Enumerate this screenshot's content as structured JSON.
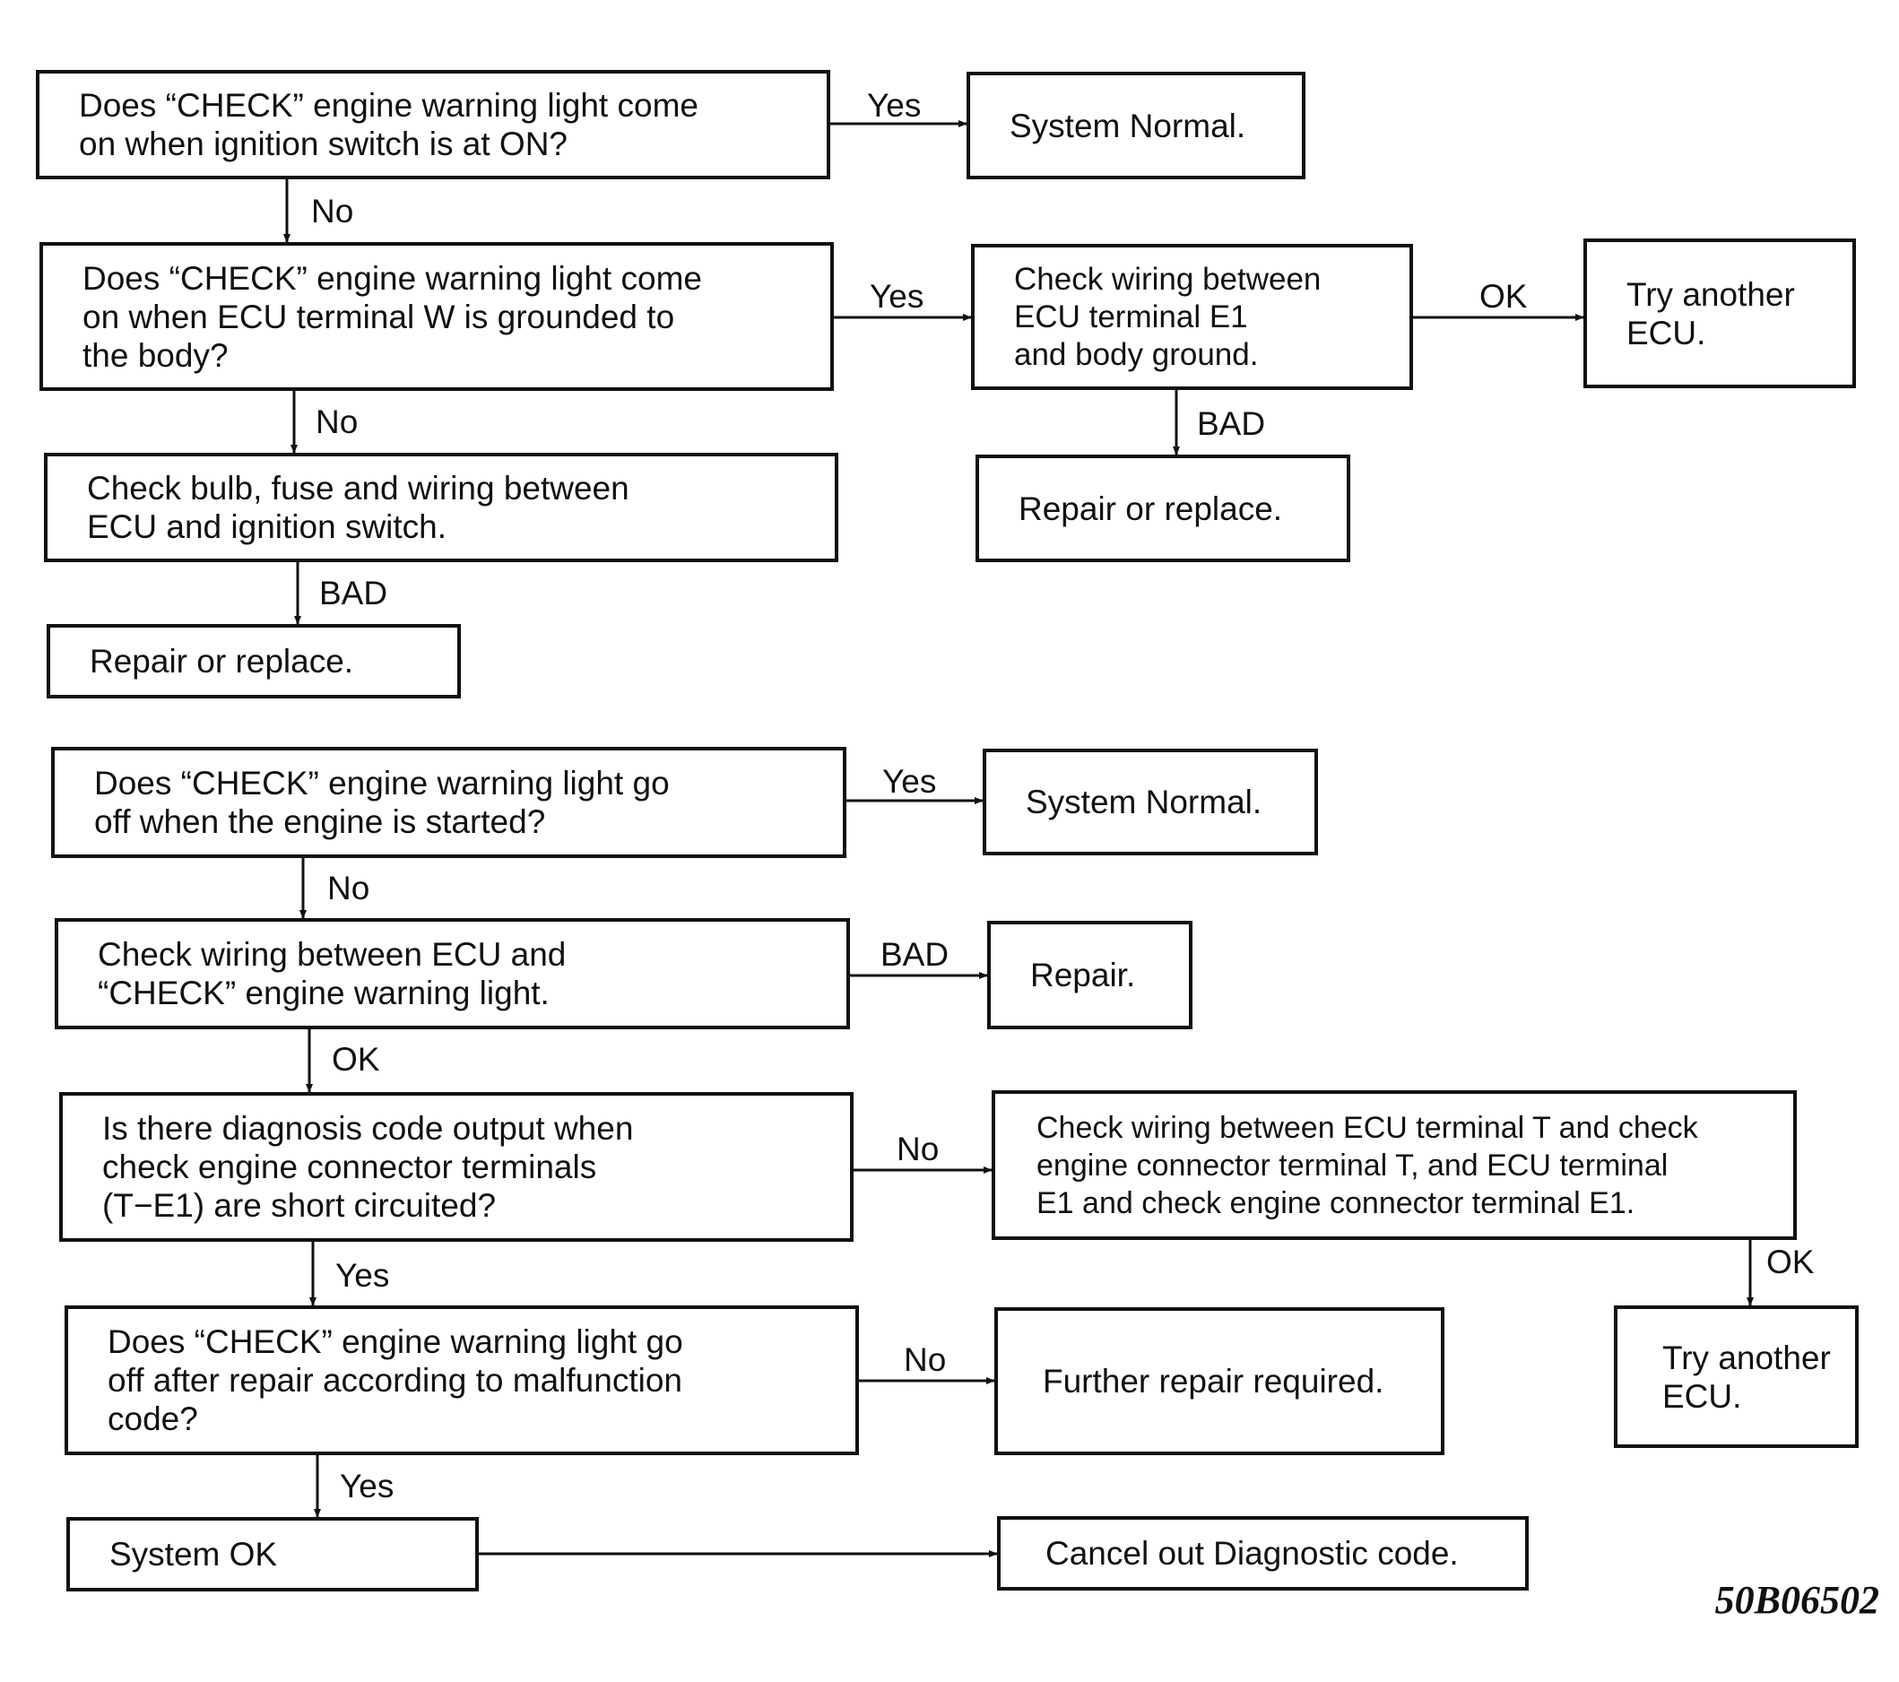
{
  "flow1": {
    "q1": [
      "Does “CHECK” engine warning light come",
      "on when ignition switch is at ON?"
    ],
    "q1_yes_label": "Yes",
    "q1_yes": "System Normal.",
    "q1_no_label": "No",
    "q2": [
      "Does “CHECK” engine warning light come",
      "on when ECU terminal W is grounded to",
      "the body?"
    ],
    "q2_yes_label": "Yes",
    "q2_yes": [
      "Check wiring between",
      "ECU terminal E1",
      "and body ground."
    ],
    "q2_yes_ok_label": "OK",
    "q2_yes_ok": [
      "Try another",
      "ECU."
    ],
    "q2_yes_bad_label": "BAD",
    "q2_yes_bad": "Repair or replace.",
    "q2_no_label": "No",
    "q3": [
      "Check bulb, fuse and wiring between",
      "ECU and ignition switch."
    ],
    "q3_bad_label": "BAD",
    "q3_bad": "Repair or replace."
  },
  "flow2": {
    "q1": [
      "Does “CHECK” engine warning light go",
      "off when the engine is started?"
    ],
    "q1_yes_label": "Yes",
    "q1_yes": "System Normal.",
    "q1_no_label": "No",
    "q2": [
      "Check wiring between ECU and",
      "“CHECK” engine warning light."
    ],
    "q2_bad_label": "BAD",
    "q2_bad": "Repair.",
    "q2_ok_label": "OK",
    "q3": [
      "Is there diagnosis code output when",
      "check engine connector terminals",
      "(T−E1) are short circuited?"
    ],
    "q3_no_label": "No",
    "q3_no": [
      "Check wiring between ECU terminal T and check",
      "engine connector terminal T, and ECU terminal",
      "E1 and check engine connector terminal E1."
    ],
    "q3_no_ok_label": "OK",
    "q3_no_ok": [
      "Try another",
      "ECU."
    ],
    "q3_yes_label": "Yes",
    "q4": [
      "Does “CHECK” engine warning light go",
      "off after repair according to malfunction",
      "code?"
    ],
    "q4_no_label": "No",
    "q4_no": "Further repair required.",
    "q4_yes_label": "Yes",
    "q5": "System OK",
    "q5_next": "Cancel out Diagnostic code."
  },
  "figure_id": "50B06502"
}
